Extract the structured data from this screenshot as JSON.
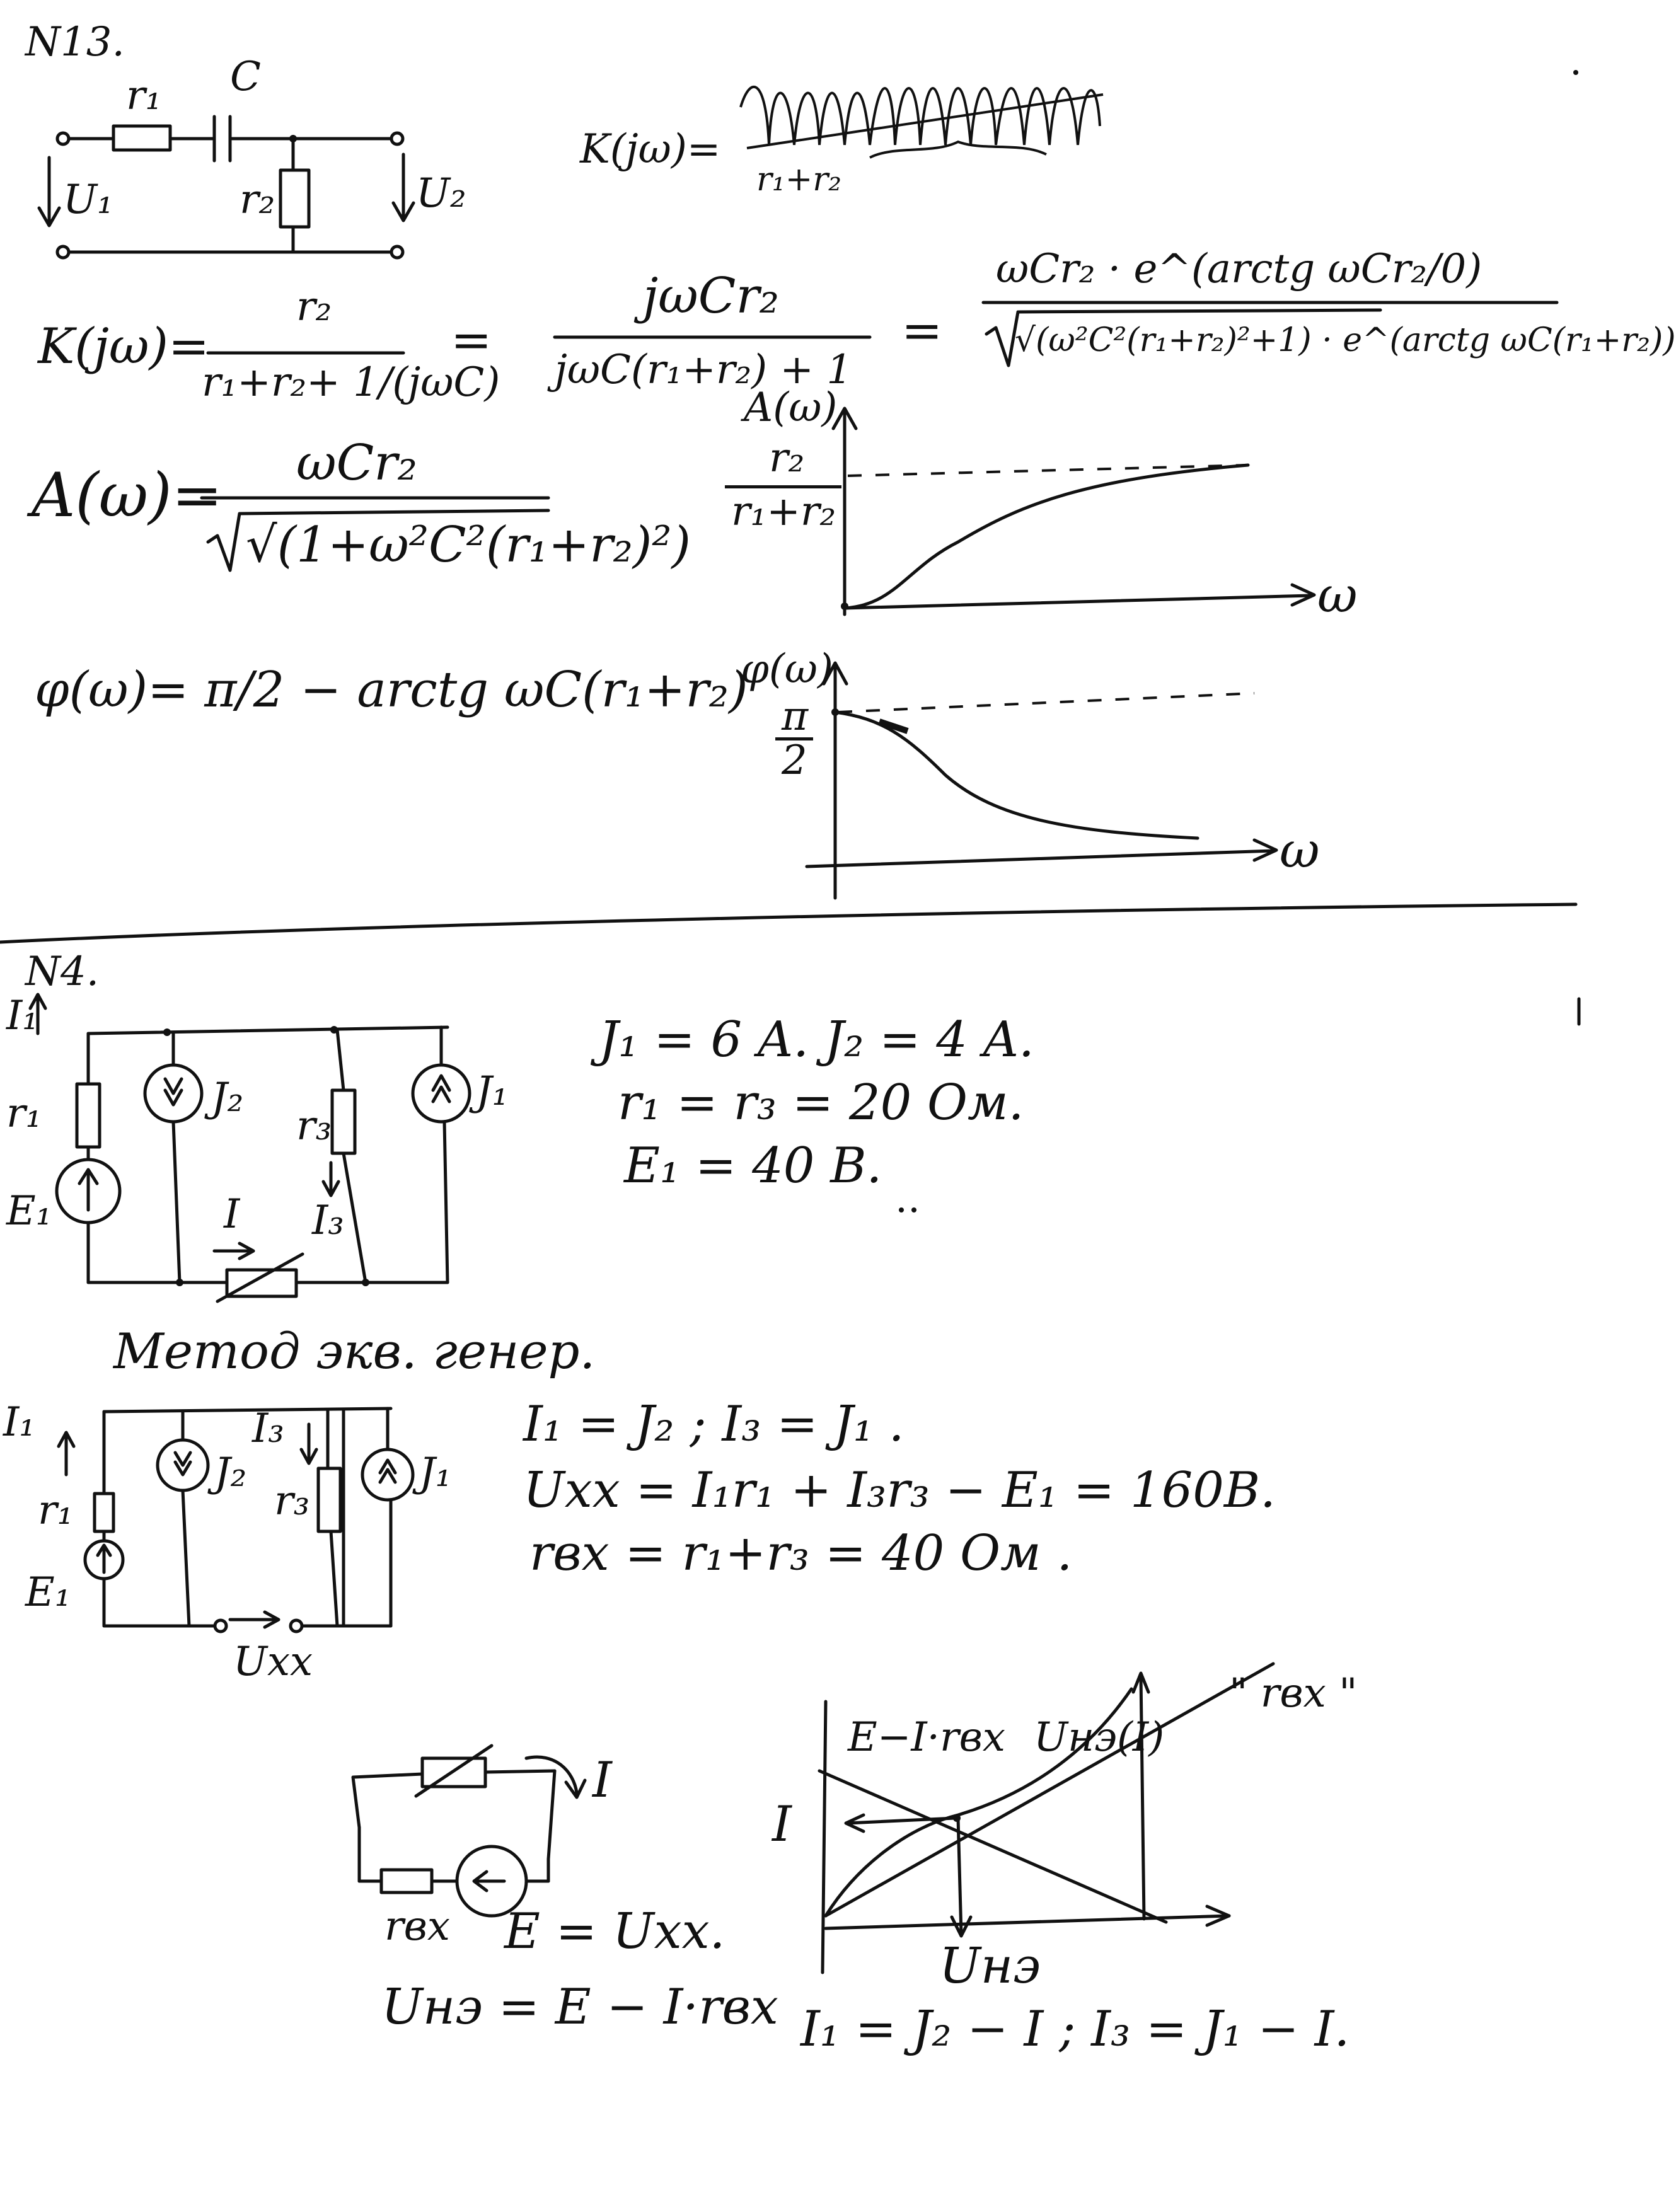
{
  "problem13": {
    "title": "N13.",
    "circuit_labels": {
      "r1": "r₁",
      "c": "C",
      "r2": "r₂",
      "u1": "U₁",
      "u2": "U₂"
    },
    "scratch_formula": "K(jω)=",
    "scratch_formula_tail": "r₁+r₂",
    "k_lhs": "K(jω)=",
    "k_num1": "r₂",
    "k_den1": "r₁+r₂+ 1/(jωC)",
    "k_eq_mark": "=",
    "k_num2": "jωCr₂",
    "k_den2": "jωC(r₁+r₂) + 1",
    "k_eq2": "=",
    "k_num3": "ωCr₂ · e^(arctg ωCr₂/0)",
    "k_den3": "√(ω²C²(r₁+r₂)²+1) · e^(arctg ωC(r₁+r₂))",
    "a_lhs": "A(ω)=",
    "a_num": "ωCr₂",
    "a_den": "√(1+ω²C²(r₁+r₂)²)",
    "phi_formula": "φ(ω)= π/2 − arctg ωC(r₁+r₂)",
    "amp_graph": {
      "y_label": "A(ω)",
      "asymptote_num": "r₂",
      "asymptote_den": "r₁+r₂",
      "x_label": "ω"
    },
    "phase_graph": {
      "y_label": "φ(ω)",
      "asymptote_num": "π",
      "asymptote_den": "2",
      "x_label": "ω"
    }
  },
  "problem4": {
    "title": "N4.",
    "given": {
      "line1": "J₁ = 6 A.   J₂ = 4 A.",
      "line2": "r₁ = r₃ = 20  Ом.",
      "line3": "E₁ = 40 B."
    },
    "circuit1_labels": {
      "i1": "I₁",
      "r1": "r₁",
      "e1": "E₁",
      "j2": "J₂",
      "r3": "r₃",
      "i3": "I₃",
      "j1": "J₁",
      "i": "I"
    },
    "method_title": "Метод экв. генер.",
    "circuit2_labels": {
      "i1": "I₁",
      "r1": "r₁",
      "e1": "E₁",
      "j2": "J₂",
      "i3": "I₃",
      "r3": "r₃",
      "j1": "J₁",
      "uxx": "Uxx"
    },
    "eq1": "I₁ = J₂ ;  I₃ = J₁ .",
    "eq2": "Uxx = I₁r₁ + I₃r₃ − E₁ = 160B.",
    "eq3": "rвх = r₁+r₃ = 40  Ом .",
    "eq_circuit_labels": {
      "i": "I",
      "rvx": "rвх",
      "e": "E = Uxx."
    },
    "u_ne_formula": "Uнэ = E − I·rвх",
    "graph": {
      "curve1": "E−I·rвх",
      "curve2": "Uнэ(I)",
      "curve3": "\" rвх \"",
      "y_label": "I",
      "x_label": "Uнэ"
    },
    "final": "I₁ = J₂ − I ;     I₃ = J₁ − I."
  }
}
